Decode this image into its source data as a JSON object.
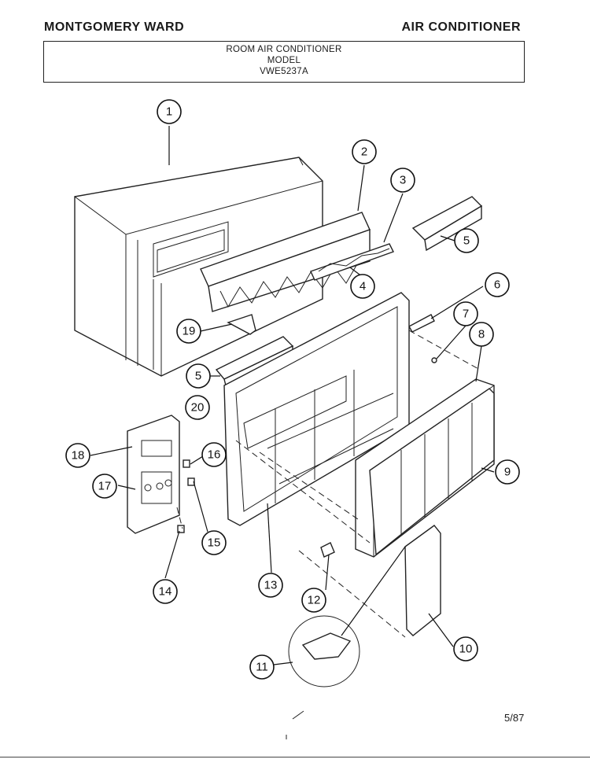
{
  "header": {
    "brand": "MONTGOMERY WARD",
    "category": "AIR CONDITIONER"
  },
  "title_box": {
    "line1": "ROOM AIR CONDITIONER",
    "line2": "MODEL",
    "line3": "VWE5237A"
  },
  "callouts": [
    "1",
    "2",
    "3",
    "4",
    "5",
    "5",
    "6",
    "7",
    "8",
    "9",
    "10",
    "11",
    "12",
    "13",
    "14",
    "15",
    "16",
    "17",
    "18",
    "19",
    "20"
  ],
  "footer": {
    "date": "5/87"
  }
}
